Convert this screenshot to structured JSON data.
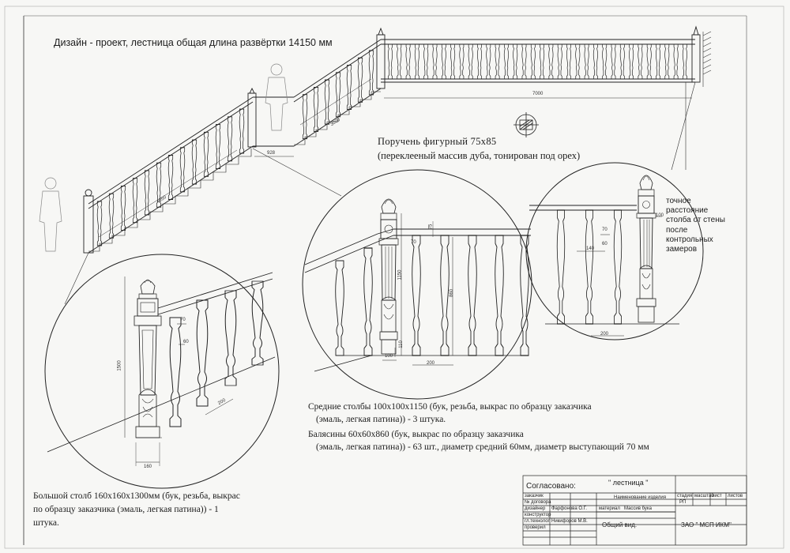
{
  "title": "Дизайн - проект, лестница общая длина развёртки 14150 мм",
  "handrail": {
    "line1": "Поручень фигурный 75х85",
    "line2": "(переклееный массив дуба, тонирован под орех)"
  },
  "wall_note": "точное расстояние столба от стены после контрольных замеров",
  "middle_posts": {
    "line1": "Средние столбы 100х100х1150 (бук, резьба, выкрас по образцу заказчика",
    "line2": "(эмаль, легкая патина)) - 3 штука."
  },
  "balusters": {
    "line1": "Балясины 60х60х860 (бук, выкрас по образцу заказчика",
    "line2": "(эмаль, легкая патина)) - 63 шт., диаметр средний 60мм, диаметр выступающий 70 мм"
  },
  "big_post": {
    "line1": "Большой столб 160х160х1300мм (бук, резьба, выкрас",
    "line2": "по образцу заказчика (эмаль, легкая патина)) - 1",
    "line3": "штука."
  },
  "dimensions": {
    "top_run": "7000",
    "landing": "928",
    "upper_flight": "3000",
    "lower_flight": "4050",
    "d1500": "1500",
    "d160": "160",
    "d70a": "70",
    "d60a": "60",
    "d200a": "200",
    "d1150": "1150",
    "d860": "860",
    "d100": "100",
    "d110": "110",
    "d200b": "200",
    "d75": "75",
    "d70b": "70",
    "d70c": "70",
    "d60b": "60",
    "d140": "140",
    "d200c": "200",
    "d100b": "100"
  },
  "title_block": {
    "agreed": "Согласовано:",
    "name": "\" лестница \"",
    "customer": "заказчик",
    "contract": "№ договора",
    "designer": "дизайнер",
    "designer_name": "Фарфоновa О.Г.",
    "constructor": "конструктор",
    "technologist": "гл.технолог",
    "technologist_name": "Никифоров М.В.",
    "check": "проверил",
    "item_name": "Наименование изделия",
    "material_label": "материал",
    "material": "Массив бука",
    "stage": "стадия",
    "sheet_label": "масштаб",
    "sheets": "лист",
    "sheets_total": "листов",
    "stage_value": "РП",
    "view": "Общий вид.",
    "company": "ЗАО \" МСП ИКМ\""
  }
}
